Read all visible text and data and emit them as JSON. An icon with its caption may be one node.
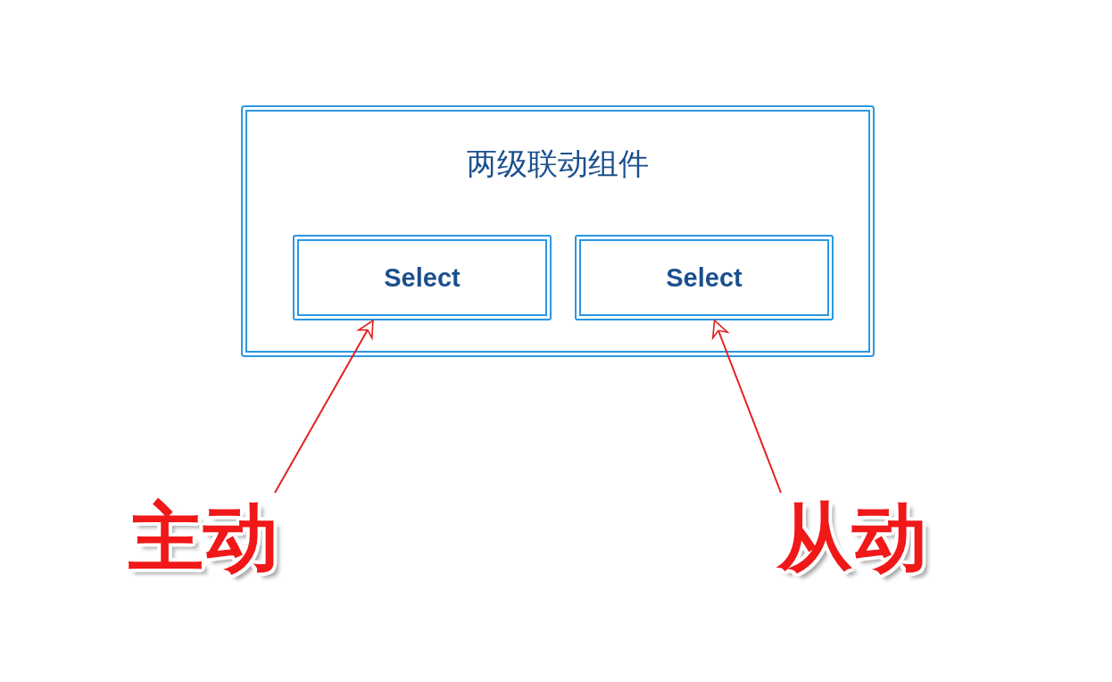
{
  "diagram": {
    "nodes": [
      {
        "text": [
          "两级联动组件"
        ]
      },
      {
        "text": [
          "Select"
        ],
        "in": 0
      },
      {
        "text": [
          "Select"
        ],
        "in": 0
      },
      {
        "text": [
          "主动"
        ]
      },
      {
        "text": [
          "从动"
        ]
      }
    ],
    "edges": [
      {
        "from": 3,
        "to": 1,
        "arrow": "to"
      },
      {
        "from": 4,
        "to": 2,
        "arrow": "to"
      }
    ]
  }
}
